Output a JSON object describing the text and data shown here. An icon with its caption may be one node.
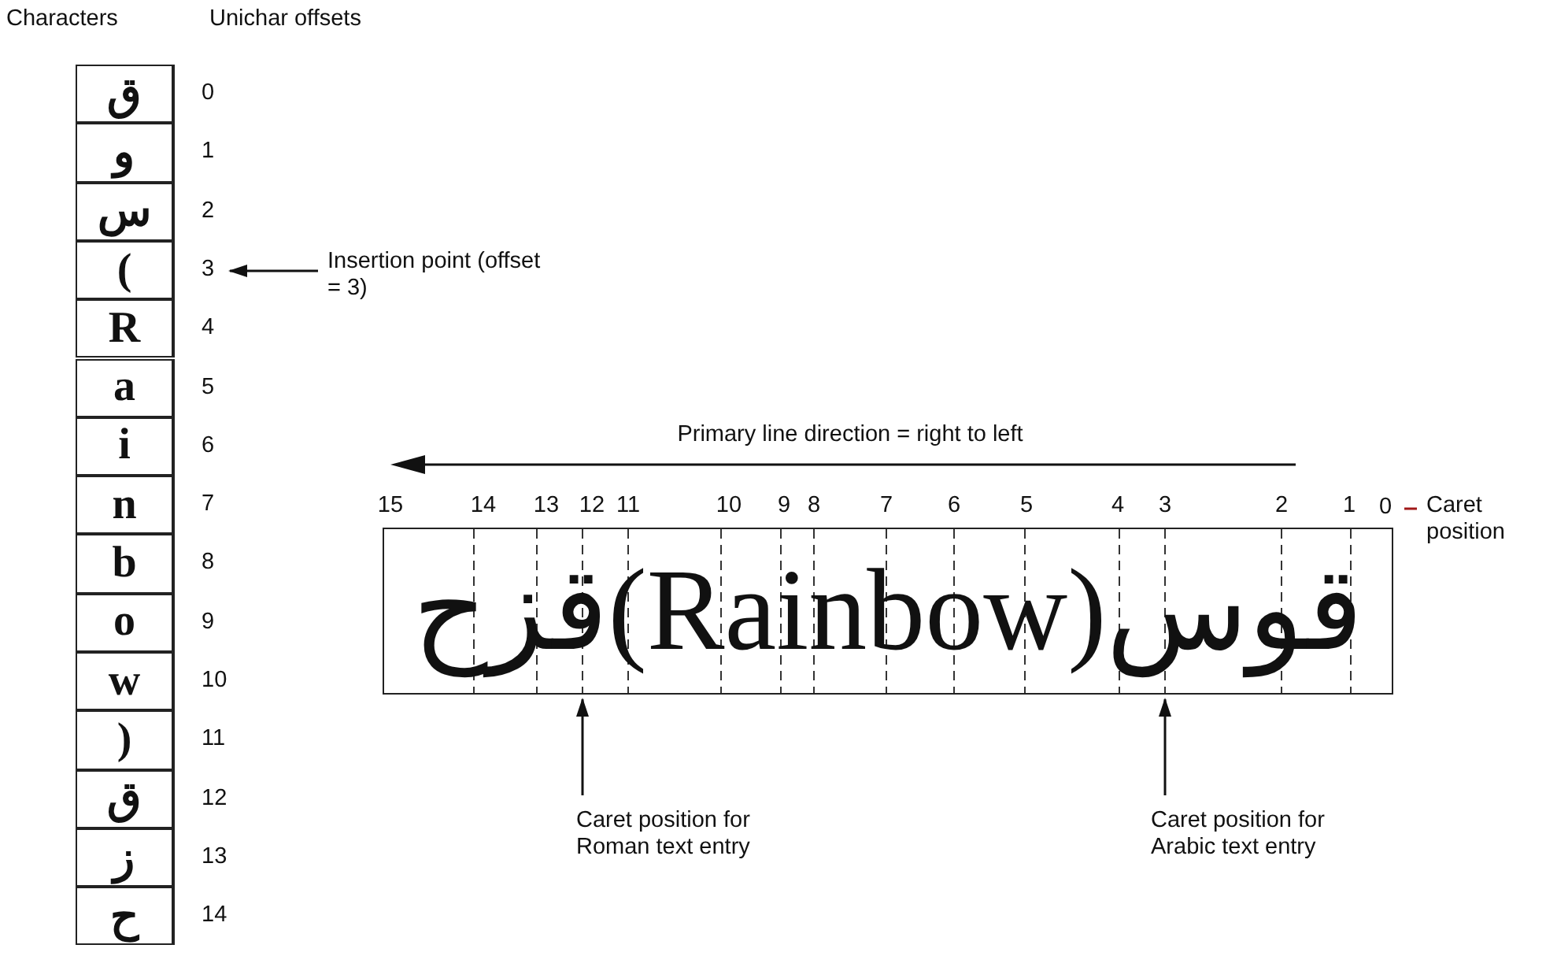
{
  "diagram": {
    "nodes": [
      {
        "text": [
          "ق"
        ]
      },
      {
        "text": [
          "و"
        ]
      },
      {
        "text": [
          "س"
        ]
      },
      {
        "text": [
          "("
        ]
      },
      {
        "text": [
          "R"
        ]
      },
      {
        "text": [
          "a"
        ]
      },
      {
        "text": [
          "i"
        ]
      },
      {
        "text": [
          "n"
        ]
      },
      {
        "text": [
          "b"
        ]
      },
      {
        "text": [
          "o"
        ]
      },
      {
        "text": [
          "w"
        ]
      },
      {
        "text": [
          ")"
        ]
      },
      {
        "text": [
          "ق"
        ]
      },
      {
        "text": [
          "ز"
        ]
      },
      {
        "text": [
          "ح"
        ]
      },
      {
        "text": [
          "3"
        ]
      },
      {
        "text": [
          "Insertion point (offset = 3)"
        ]
      },
      {
        "text": [
          "قوس(Rainbow)قزح"
        ]
      },
      {
        "text": [
          "0"
        ]
      },
      {
        "text": [
          "Caret position"
        ]
      },
      {
        "text": [
          "Caret position for Roman text entry"
        ]
      },
      {
        "text": [
          "Caret position for Arabic text entry"
        ]
      }
    ],
    "edges": [
      {
        "from": 16,
        "to": 15,
        "arrow": "to"
      },
      {
        "from": 19,
        "to": 18,
        "arrow": "none",
        "color": "#a01818"
      },
      {
        "from": 20,
        "to": 17,
        "arrow": "to"
      },
      {
        "from": 21,
        "to": 17,
        "arrow": "to"
      }
    ],
    "labels": [
      "Characters",
      "Unichar offsets",
      "0",
      "1",
      "2",
      "4",
      "5",
      "6",
      "7",
      "8",
      "9",
      "10",
      "11",
      "12",
      "13",
      "14",
      "Primary line direction = right to left",
      "15",
      "14",
      "13",
      "12",
      "11",
      "10",
      "9",
      "8",
      "7",
      "6",
      "5",
      "4",
      "3",
      "2",
      "1"
    ]
  }
}
